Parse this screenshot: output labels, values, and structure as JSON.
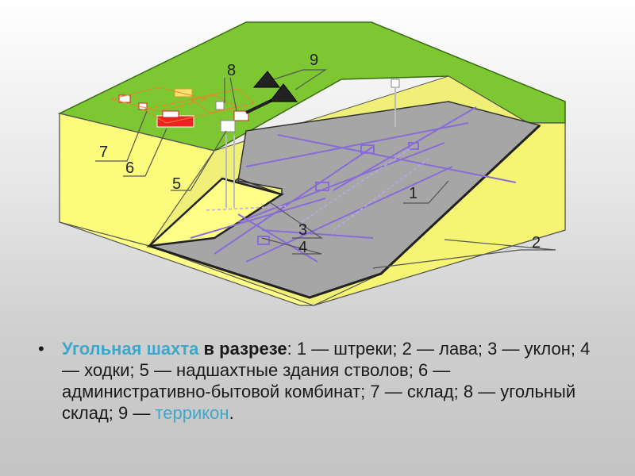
{
  "colors": {
    "ground_top": "#7dc832",
    "earth": "#ffff88",
    "seam": "#a6a6a6",
    "workings": "#8a6cd6",
    "accent_text": "#3fa7c9"
  },
  "diagram": {
    "callouts": [
      "1",
      "2",
      "3",
      "4",
      "5",
      "6",
      "7",
      "8",
      "9"
    ]
  },
  "caption": {
    "bullet": "•",
    "term": "Угольная шахта",
    "in_section": "в разрезе",
    "colon": ":",
    "body": " 1 — штреки; 2 — лава; 3 — уклон; 4 — ходки; 5 — надшахтные здания стволов; 6 — административно-бытовой комбинат; 7 — склад; 8 — угольный склад; 9 — ",
    "link": "террикон",
    "end": "."
  }
}
